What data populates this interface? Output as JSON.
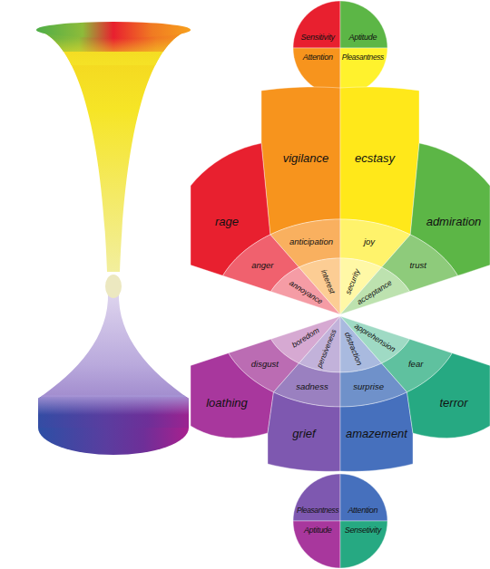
{
  "diagram": {
    "nodes": [
      {
        "text": [
          "Sensitivity"
        ]
      },
      {
        "text": [
          "Aptitude"
        ]
      },
      {
        "text": [
          "Attention"
        ]
      },
      {
        "text": [
          "Pleasantness"
        ]
      },
      {
        "text": [
          "vigilance"
        ]
      },
      {
        "text": [
          "ecstasy"
        ]
      },
      {
        "text": [
          "rage"
        ]
      },
      {
        "text": [
          "admiration"
        ]
      },
      {
        "text": [
          "anticipation"
        ]
      },
      {
        "text": [
          "joy"
        ]
      },
      {
        "text": [
          "anger"
        ]
      },
      {
        "text": [
          "trust"
        ]
      },
      {
        "text": [
          "annoyance"
        ]
      },
      {
        "text": [
          "interest"
        ]
      },
      {
        "text": [
          "security"
        ]
      },
      {
        "text": [
          "acceptance"
        ]
      },
      {
        "text": [
          "boredom"
        ]
      },
      {
        "text": [
          "pensiveness"
        ]
      },
      {
        "text": [
          "distraction"
        ]
      },
      {
        "text": [
          "apprehension"
        ]
      },
      {
        "text": [
          "disgust"
        ]
      },
      {
        "text": [
          "sadness"
        ]
      },
      {
        "text": [
          "surprise"
        ]
      },
      {
        "text": [
          "fear"
        ]
      },
      {
        "text": [
          "loathing"
        ]
      },
      {
        "text": [
          "grief"
        ]
      },
      {
        "text": [
          "amazement"
        ]
      },
      {
        "text": [
          "terror"
        ]
      },
      {
        "text": [
          "Pleasantness"
        ]
      },
      {
        "text": [
          "Attention"
        ]
      },
      {
        "text": [
          "Aptitude"
        ]
      },
      {
        "text": [
          "Sensetivity"
        ]
      }
    ]
  }
}
